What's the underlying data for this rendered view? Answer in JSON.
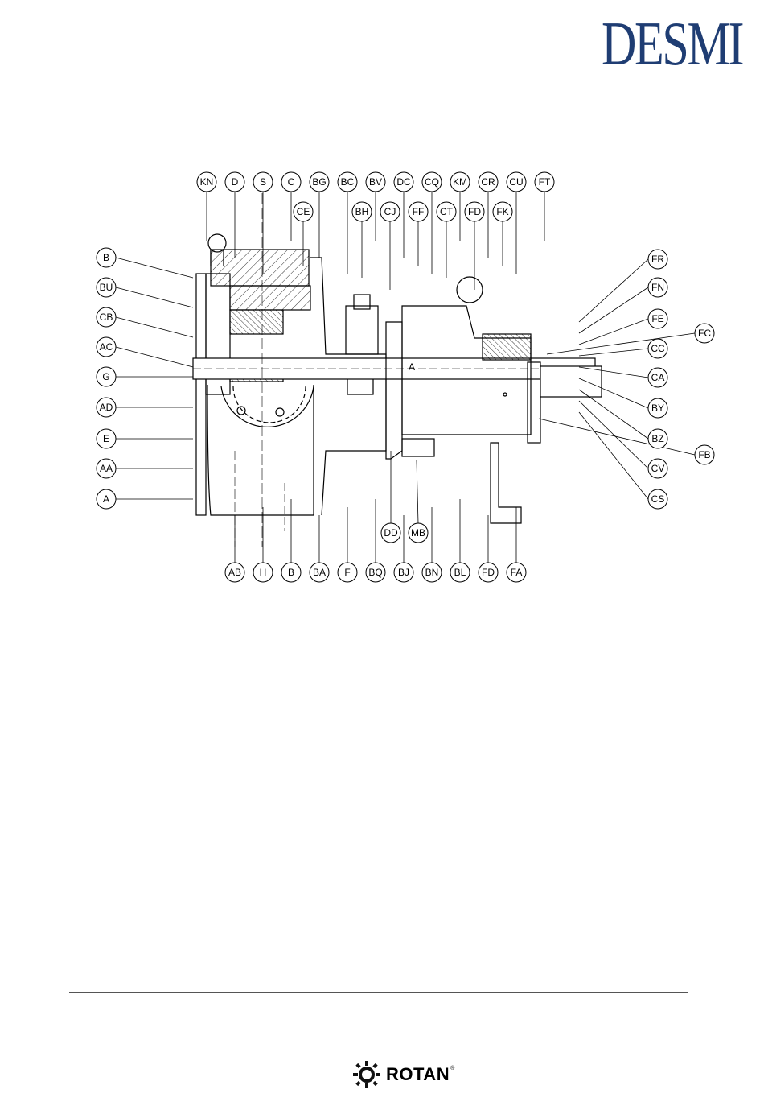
{
  "brand": {
    "name": "DESMI",
    "color": "#1f3d73"
  },
  "footer": {
    "logo_text": "ROTAN",
    "reg_mark": "®"
  },
  "callouts": {
    "top": [
      "KN",
      "D",
      "S",
      "C",
      "BG",
      "BC",
      "BV",
      "DC",
      "CQ",
      "KM",
      "CR",
      "CU",
      "FT"
    ],
    "second": [
      "CE",
      "BH",
      "CJ",
      "FF",
      "CT",
      "FD",
      "FK"
    ],
    "left": [
      "B",
      "BU",
      "CB",
      "AC",
      "G",
      "AD",
      "E",
      "AA",
      "A"
    ],
    "right": [
      "FR",
      "FN",
      "FE",
      "CC",
      "CA",
      "BY",
      "BZ",
      "CV",
      "CS"
    ],
    "right_outer": [
      "FC",
      "FB"
    ],
    "bottom": [
      "AB",
      "H",
      "B",
      "BA",
      "F",
      "BQ",
      "BJ",
      "BN",
      "BL",
      "FD",
      "FA"
    ],
    "lower_mid": [
      "DD",
      "MB"
    ]
  },
  "section_mark": "A"
}
